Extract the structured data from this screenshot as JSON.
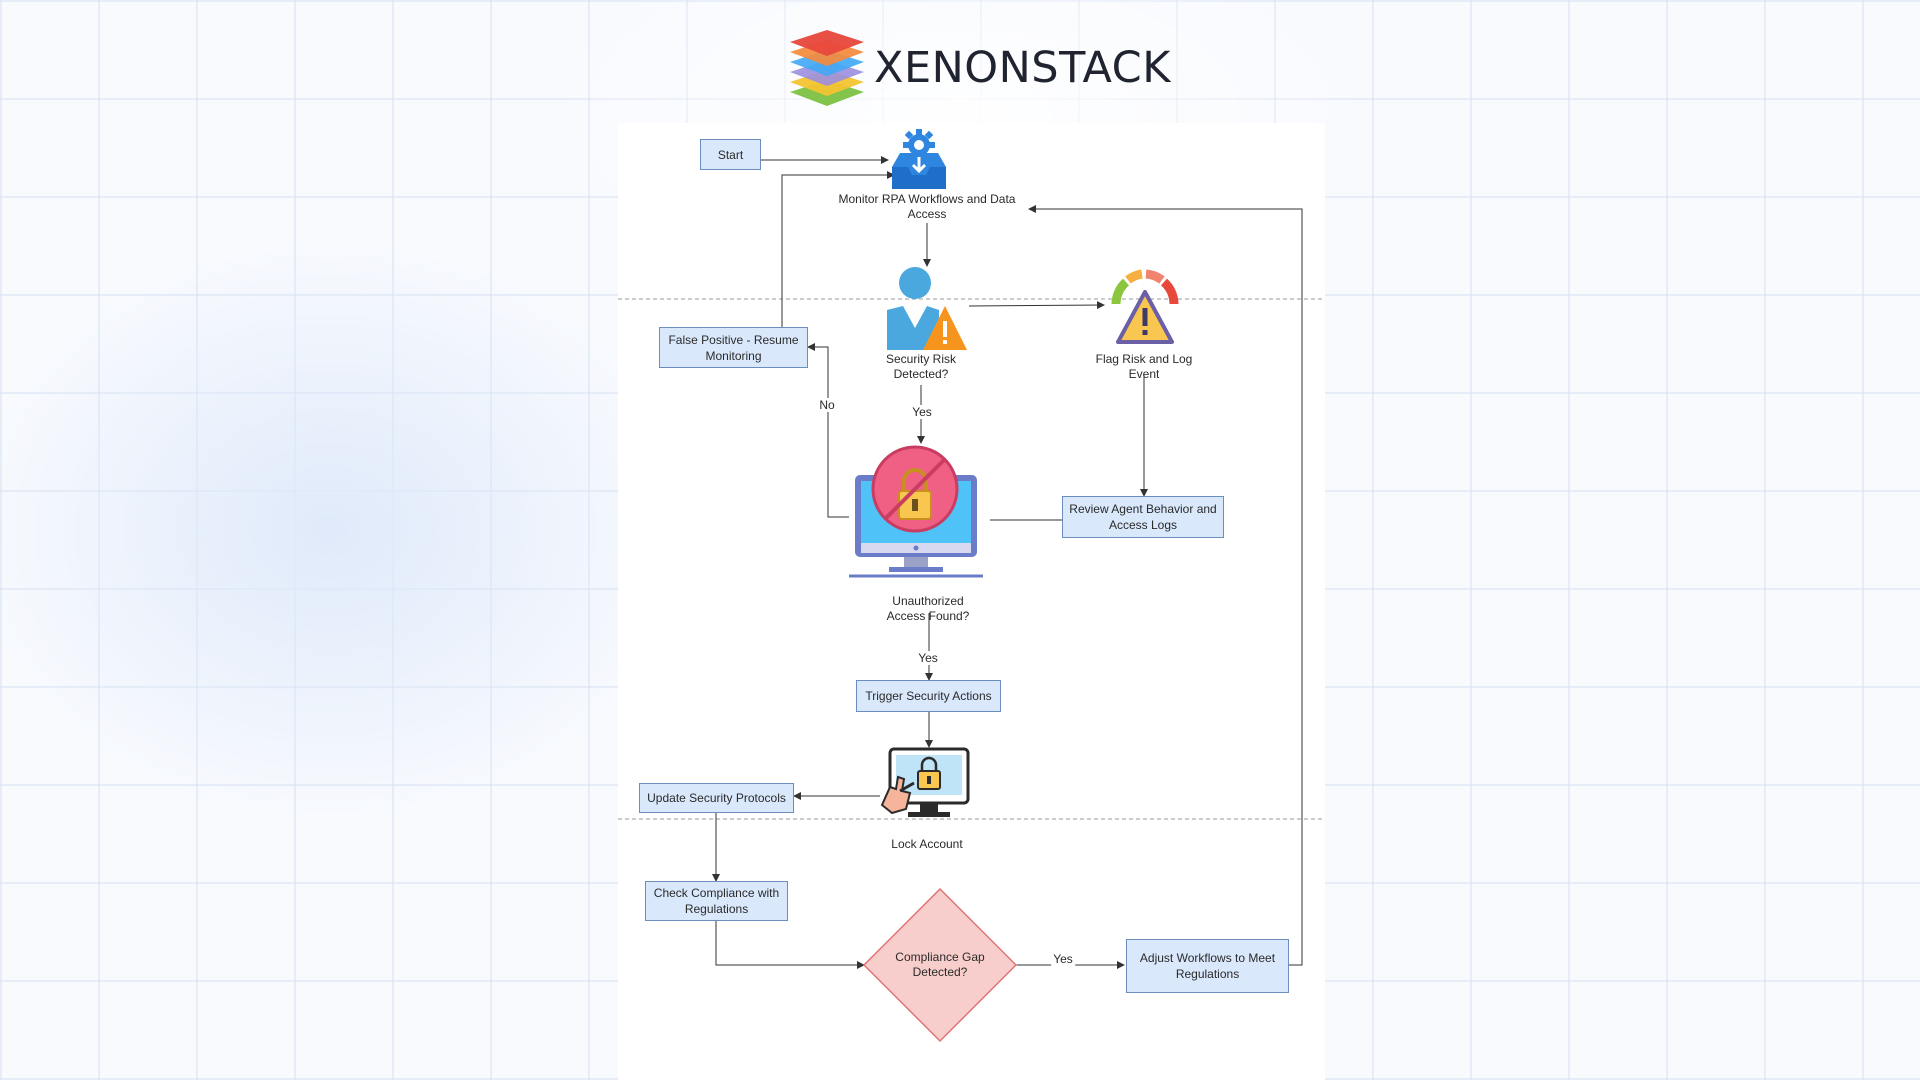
{
  "brand": {
    "name": "XENONSTACK"
  },
  "diagram": {
    "start": "Start",
    "monitor": "Monitor RPA Workflows and Data Access",
    "security_risk": "Security Risk Detected?",
    "flag_risk": "Flag Risk and Log Event",
    "false_positive": "False Positive - Resume Monitoring",
    "review_agent": "Review Agent Behavior and Access Logs",
    "unauthorized": "Unauthorized Access Found?",
    "trigger_actions": "Trigger Security Actions",
    "lock_account": "Lock Account",
    "update_protocols": "Update Security Protocols",
    "check_compliance": "Check Compliance with Regulations",
    "compliance_gap": "Compliance Gap Detected?",
    "adjust_workflows": "Adjust Workflows to Meet Regulations",
    "edge_yes_1": "Yes",
    "edge_no": "No",
    "edge_yes_2": "Yes",
    "edge_yes_3": "Yes"
  },
  "icons": {
    "logo": "layered-stack-logo",
    "monitor": "inbox-gear-icon",
    "security_risk": "user-warning-icon",
    "flag_risk": "gauge-warning-icon",
    "unauthorized": "monitor-lock-blocked-icon",
    "lock_account": "hand-click-lock-screen-icon"
  },
  "colors": {
    "box_fill": "#dae8fc",
    "box_stroke": "#6c8ebf",
    "diamond_fill": "#f8cecc",
    "diamond_stroke": "#e07373"
  }
}
